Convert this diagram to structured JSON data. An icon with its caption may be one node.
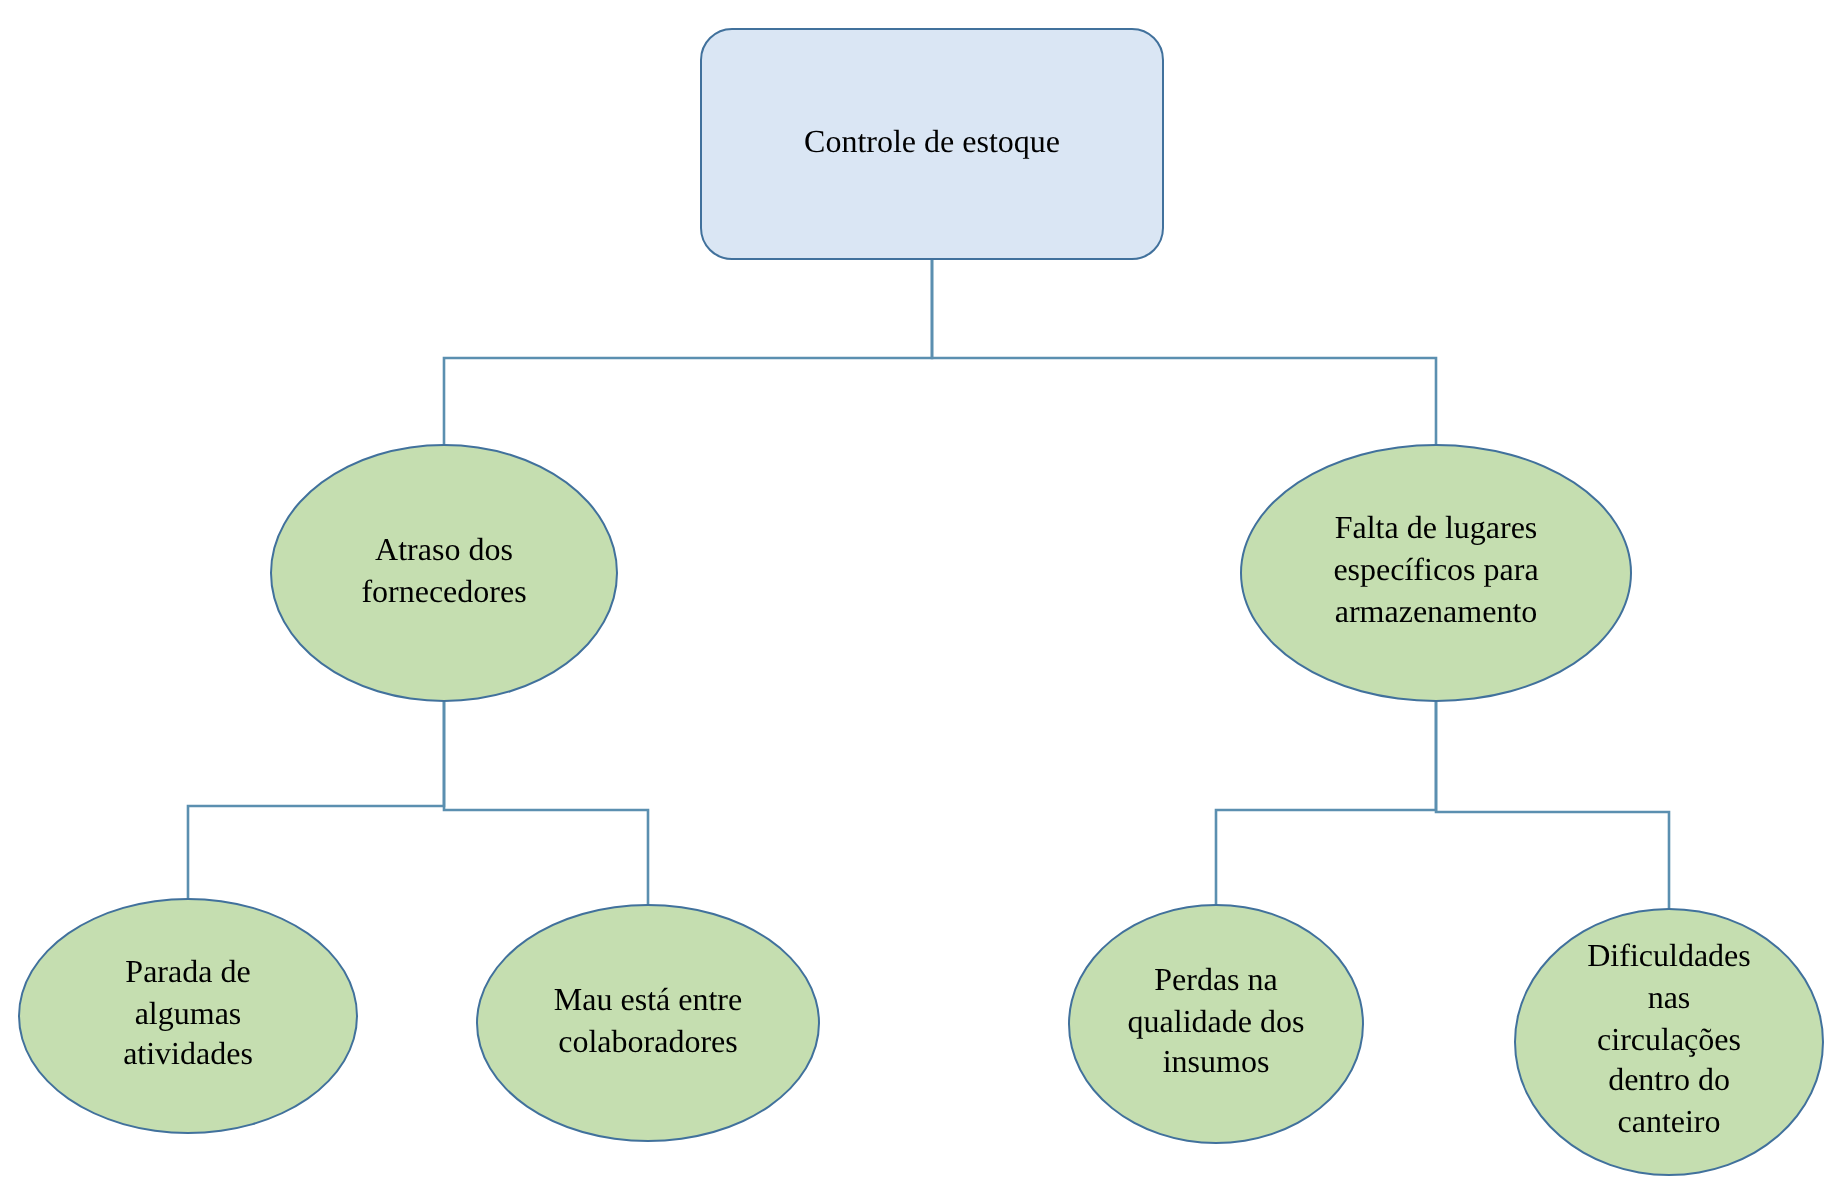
{
  "diagram": {
    "nodes": [
      {
        "text": [
          "Controle de estoque"
        ]
      },
      {
        "text": [
          "Atraso dos fornecedores"
        ]
      },
      {
        "text": [
          "Falta de lugares específicos para armazenamento"
        ]
      },
      {
        "text": [
          "Parada de algumas atividades"
        ]
      },
      {
        "text": [
          "Mau está entre colaboradores"
        ]
      },
      {
        "text": [
          "Perdas na qualidade dos insumos"
        ]
      },
      {
        "text": [
          "Dificuldades nas circulações dentro do canteiro"
        ]
      }
    ],
    "edges": [
      {
        "from": 0,
        "to": 1,
        "arrow": "none"
      },
      {
        "from": 0,
        "to": 2,
        "arrow": "none"
      },
      {
        "from": 1,
        "to": 3,
        "arrow": "none"
      },
      {
        "from": 1,
        "to": 4,
        "arrow": "none"
      },
      {
        "from": 2,
        "to": 5,
        "arrow": "none"
      },
      {
        "from": 2,
        "to": 6,
        "arrow": "none"
      }
    ]
  }
}
